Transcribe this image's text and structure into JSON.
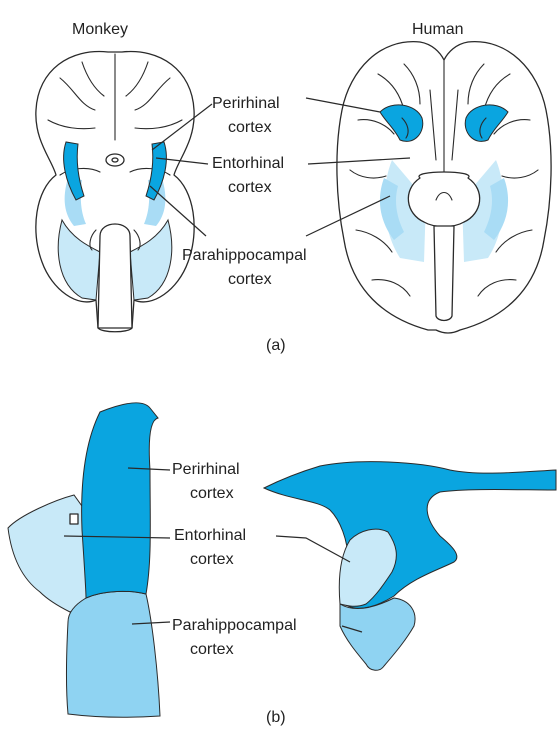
{
  "part_a": {
    "species_left": "Monkey",
    "species_right": "Human",
    "labels": {
      "perirhinal_1": "Perirhinal",
      "perirhinal_2": "cortex",
      "entorhinal_1": "Entorhinal",
      "entorhinal_2": "cortex",
      "parahippocampal_1": "Parahippocampal",
      "parahippocampal_2": "cortex"
    },
    "panel_label": "(a)"
  },
  "part_b": {
    "labels": {
      "perirhinal_1": "Perirhinal",
      "perirhinal_2": "cortex",
      "entorhinal_1": "Entorhinal",
      "entorhinal_2": "cortex",
      "parahippocampal_1": "Parahippocampal",
      "parahippocampal_2": "cortex"
    },
    "panel_label": "(b)"
  },
  "colors": {
    "perirhinal": "#0aa5e0",
    "entorhinal": "#c8e9f8",
    "parahippocampal": "#8fd3f2",
    "outline": "#2a2a2a"
  }
}
